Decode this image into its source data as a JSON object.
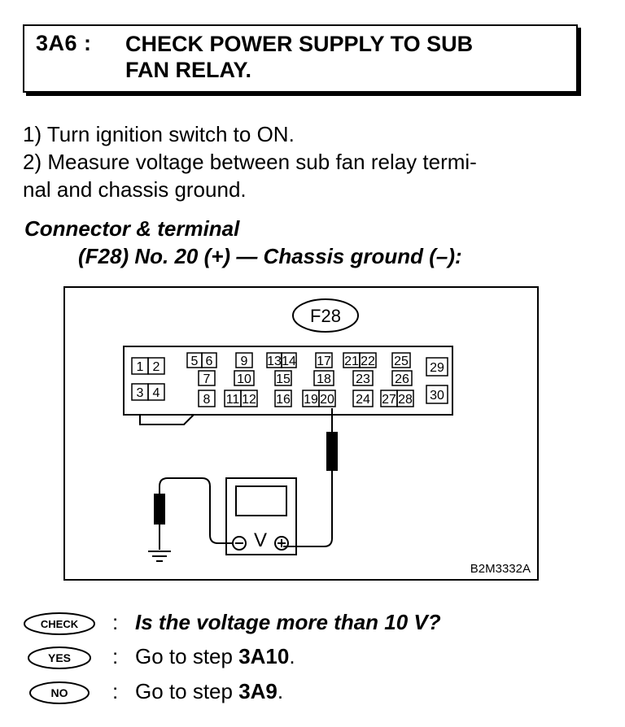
{
  "header": {
    "step_id": "3A6 :",
    "title_line1": "CHECK POWER SUPPLY TO SUB",
    "title_line2": "FAN RELAY."
  },
  "instructions": [
    "1)  Turn ignition switch to ON.",
    "2)  Measure voltage between sub fan relay termi-",
    "nal and chassis ground."
  ],
  "connector": {
    "label": "Connector & terminal",
    "detail": "(F28) No. 20 (+) — Chassis ground (–):"
  },
  "diagram": {
    "connector_id": "F28",
    "figure_code": "B2M3332A",
    "meter_symbol": "V",
    "terminals": [
      "1",
      "2",
      "3",
      "4",
      "5",
      "6",
      "7",
      "8",
      "9",
      "10",
      "11",
      "12",
      "13",
      "14",
      "15",
      "16",
      "17",
      "18",
      "19",
      "20",
      "21",
      "22",
      "23",
      "24",
      "25",
      "26",
      "27",
      "28",
      "29",
      "30"
    ]
  },
  "qa": {
    "check_badge": "CHECK",
    "check_text": "Is the voltage more than 10 V?",
    "yes_badge": "YES",
    "yes_prefix": "Go to step ",
    "yes_step": "3A10",
    "yes_suffix": ".",
    "no_badge": "NO",
    "no_prefix": "Go to step ",
    "no_step": "3A9",
    "no_suffix": ".",
    "colon": ":"
  }
}
